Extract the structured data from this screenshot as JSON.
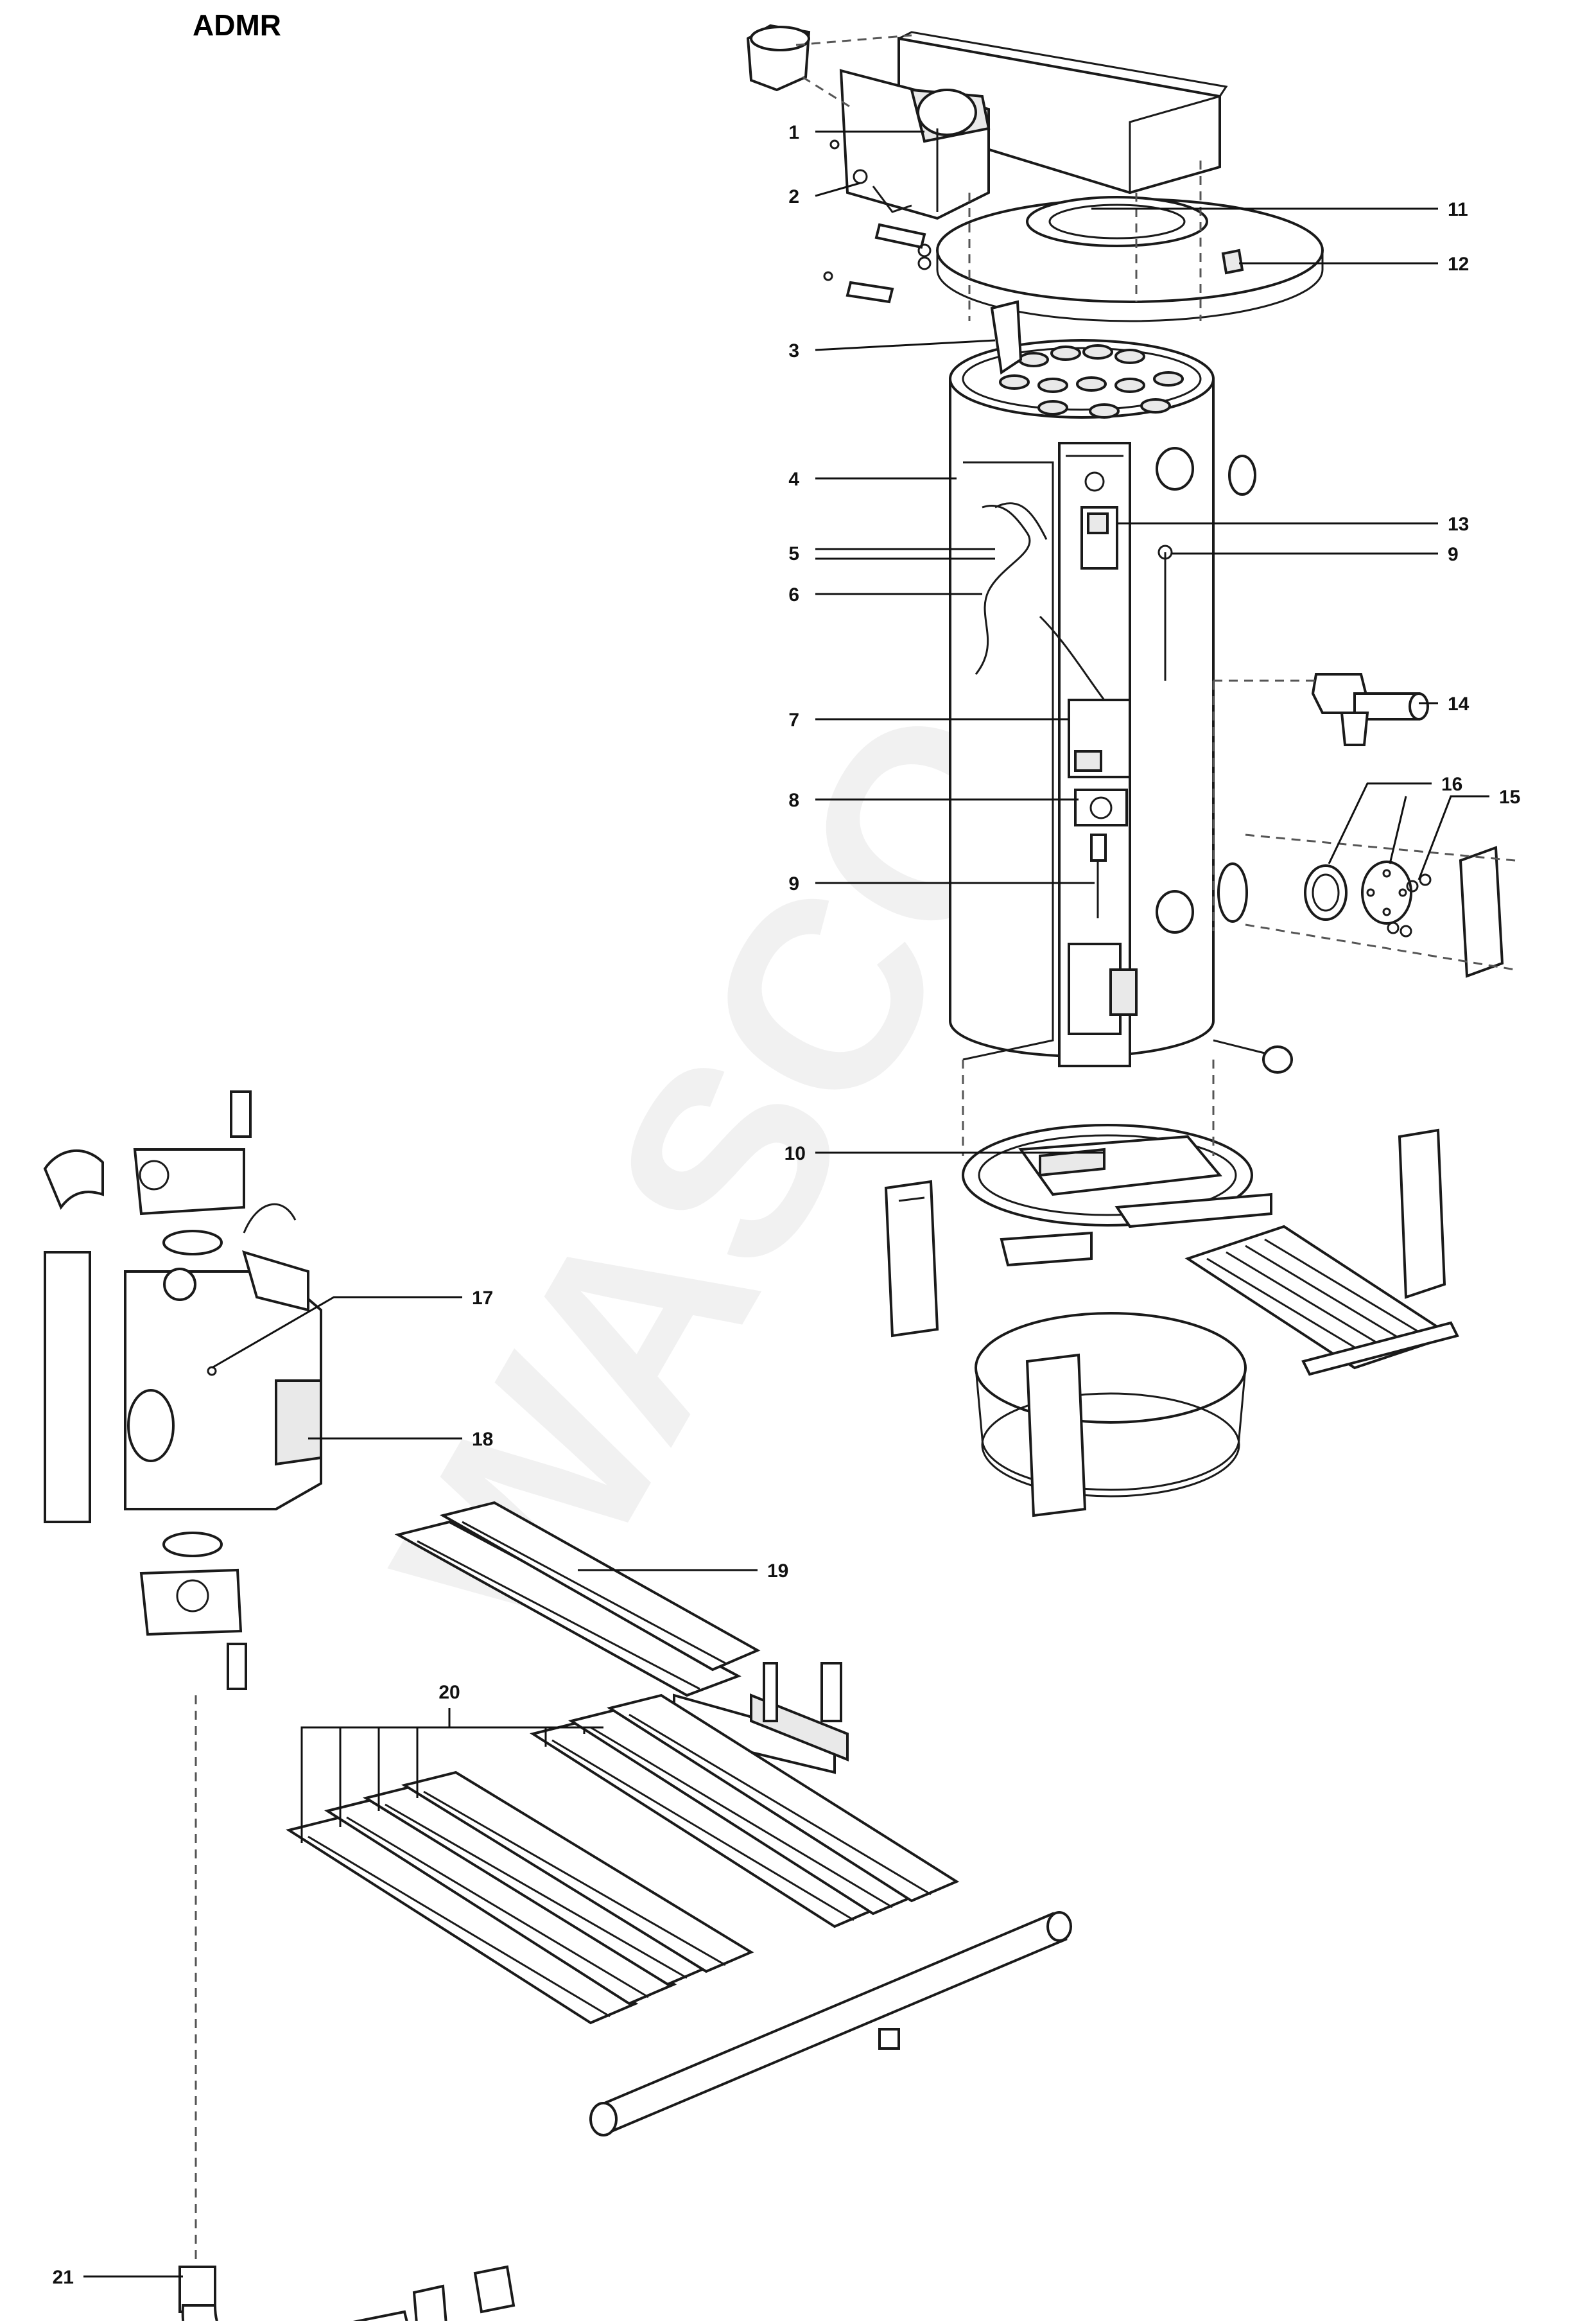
{
  "title": "ADMR",
  "watermark": "WASCO",
  "callouts": [
    "1",
    "2",
    "3",
    "4",
    "5",
    "6",
    "7",
    "8",
    "9",
    "9",
    "10",
    "11",
    "12",
    "13",
    "14",
    "15",
    "16",
    "17",
    "18",
    "19",
    "20",
    "21"
  ]
}
